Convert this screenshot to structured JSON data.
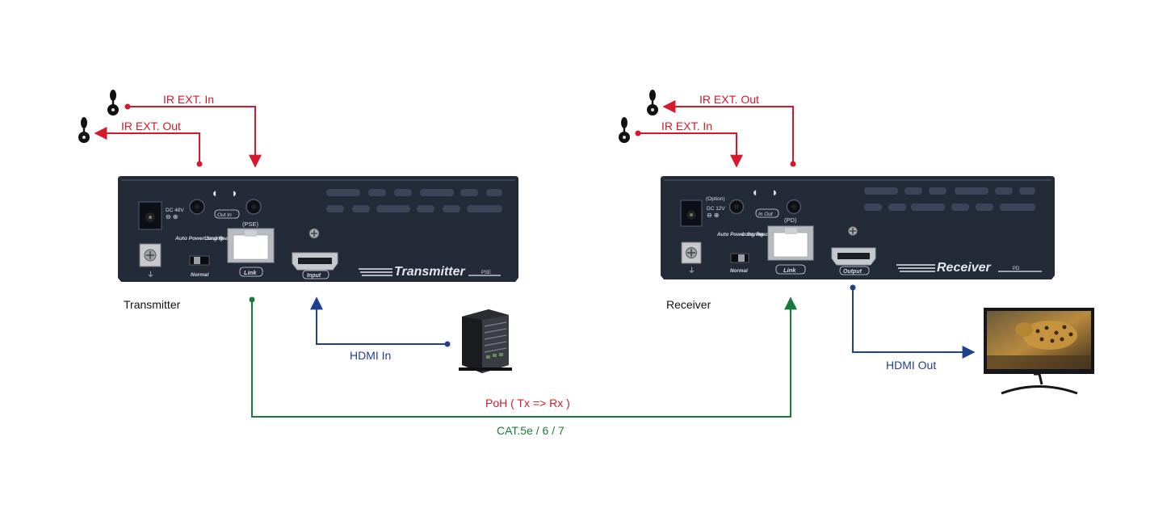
{
  "colors": {
    "ir": "#d7182a",
    "hdmi": "#1f3f8f",
    "cat": "#1a7a3e",
    "device": "#232a38",
    "panel_text": "#d9dde4"
  },
  "transmitter": {
    "caption": "Transmitter",
    "dc_label": "DC 48V",
    "ir_port_label": "Out In",
    "rj45_label": "(PSE)",
    "link_label": "Link",
    "hdmi_label": "Input",
    "switch_left": "Auto Power Saving",
    "switch_right": "Long Reach",
    "switch_bottom": "Normal",
    "brand": "Transmitter",
    "brand_tag": "PSE"
  },
  "receiver": {
    "caption": "Receiver",
    "option_label": "(Option)",
    "dc_label": "DC 12V",
    "ir_port_label": "In Out",
    "rj45_label": "(PD)",
    "link_label": "Link",
    "hdmi_label": "Output",
    "switch_left": "Auto Power Saving",
    "switch_right": "Long Reach",
    "switch_bottom": "Normal",
    "brand": "Receiver",
    "brand_tag": "PD"
  },
  "connections": {
    "tx_ir_in": "IR EXT. In",
    "tx_ir_out": "IR EXT. Out",
    "rx_ir_out": "IR EXT. Out",
    "rx_ir_in": "IR EXT. In",
    "hdmi_in": "HDMI In",
    "hdmi_out": "HDMI Out",
    "poh": "PoH ( Tx => Rx )",
    "cable": "CAT.5e / 6 / 7"
  },
  "icons": {
    "ir_emitter": "ir-emitter-icon",
    "ir_receiver": "ir-receiver-icon",
    "source": "pc-server-icon",
    "display": "monitor-icon"
  }
}
